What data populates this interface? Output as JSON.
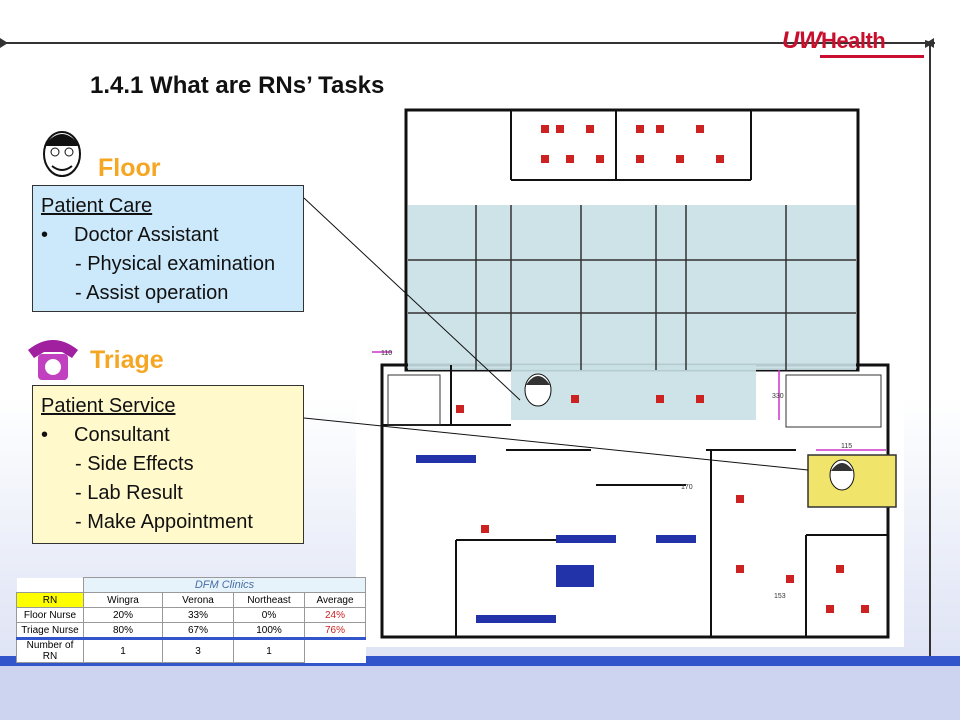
{
  "logo": {
    "uw": "UW",
    "health": "Health"
  },
  "title": "1.4.1 What are RNs’ Tasks",
  "floor": {
    "label": "Floor",
    "box": [
      "Patient Care",
      "Doctor Assistant",
      "- Physical examination",
      "- Assist operation"
    ]
  },
  "triage": {
    "label": "Triage",
    "box": [
      "Patient Service",
      "Consultant",
      "- Side Effects",
      "- Lab Result",
      "-  Make Appointment"
    ]
  },
  "table": {
    "title": "DFM Clinics",
    "headers": [
      "RN",
      "Wingra",
      "Verona",
      "Northeast",
      "Average"
    ],
    "rows": [
      [
        "Floor Nurse",
        "20%",
        "33%",
        "0%",
        "24%"
      ],
      [
        "Triage Nurse",
        "80%",
        "67%",
        "100%",
        "76%"
      ],
      [
        "Number of RN",
        "1",
        "3",
        "1",
        ""
      ]
    ]
  },
  "plan_labels": {
    "room_110": "110",
    "dim_330": "330",
    "dim_115": "115",
    "dim_170": "170",
    "dim_153": "153"
  },
  "colors": {
    "accent": "#f5a623",
    "floor_box": "#cce8fb",
    "triage_box": "#fff9cc",
    "brand": "#c8102e"
  }
}
